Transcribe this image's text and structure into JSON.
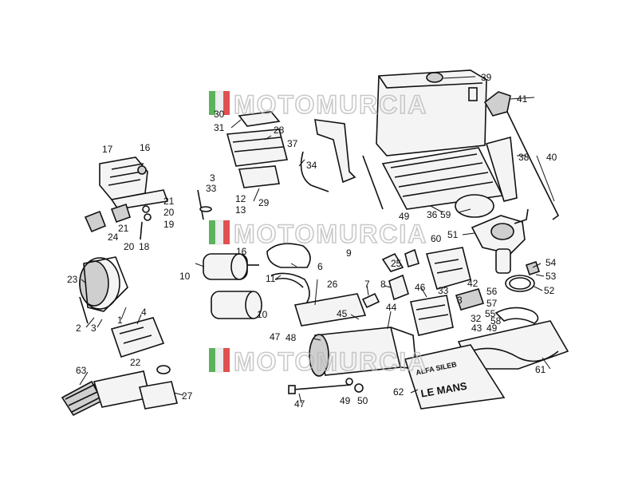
{
  "watermark": {
    "text": "MOTOMURCIA",
    "colors": {
      "green": "#5bb35b",
      "white": "#eeeeee",
      "red": "#e05050",
      "outline": "#b8b8b8"
    }
  },
  "part_labels": {
    "alfa_tag": "ALFA SILEB",
    "le_mans": "LE MANS"
  },
  "callouts": [
    {
      "id": "c39",
      "text": "39"
    },
    {
      "id": "c41",
      "text": "41"
    },
    {
      "id": "c30",
      "text": "30"
    },
    {
      "id": "c31",
      "text": "31"
    },
    {
      "id": "c28",
      "text": "28"
    },
    {
      "id": "c37",
      "text": "37"
    },
    {
      "id": "c34",
      "text": "34"
    },
    {
      "id": "c17",
      "text": "17"
    },
    {
      "id": "c16a",
      "text": "16"
    },
    {
      "id": "c3a",
      "text": "3"
    },
    {
      "id": "c33a",
      "text": "33"
    },
    {
      "id": "c12",
      "text": "12"
    },
    {
      "id": "c13",
      "text": "13"
    },
    {
      "id": "c29",
      "text": "29"
    },
    {
      "id": "c21a",
      "text": "21"
    },
    {
      "id": "c20a",
      "text": "20"
    },
    {
      "id": "c19",
      "text": "19"
    },
    {
      "id": "c24",
      "text": "24"
    },
    {
      "id": "c21b",
      "text": "21"
    },
    {
      "id": "c20b",
      "text": "20"
    },
    {
      "id": "c18",
      "text": "18"
    },
    {
      "id": "c38",
      "text": "38"
    },
    {
      "id": "c40",
      "text": "40"
    },
    {
      "id": "c36",
      "text": "36"
    },
    {
      "id": "c59",
      "text": "59"
    },
    {
      "id": "c49a",
      "text": "49"
    },
    {
      "id": "c51",
      "text": "51"
    },
    {
      "id": "c60",
      "text": "60"
    },
    {
      "id": "c16b",
      "text": "16"
    },
    {
      "id": "c9",
      "text": "9"
    },
    {
      "id": "c25",
      "text": "25"
    },
    {
      "id": "c54",
      "text": "54"
    },
    {
      "id": "c53",
      "text": "53"
    },
    {
      "id": "c52",
      "text": "52"
    },
    {
      "id": "c10a",
      "text": "10"
    },
    {
      "id": "c11",
      "text": "11"
    },
    {
      "id": "c6",
      "text": "6"
    },
    {
      "id": "c23",
      "text": "23"
    },
    {
      "id": "c26",
      "text": "26"
    },
    {
      "id": "c7",
      "text": "7"
    },
    {
      "id": "c8",
      "text": "8"
    },
    {
      "id": "c46",
      "text": "46"
    },
    {
      "id": "c33b",
      "text": "33"
    },
    {
      "id": "c42",
      "text": "42"
    },
    {
      "id": "c56",
      "text": "56"
    },
    {
      "id": "c57",
      "text": "57"
    },
    {
      "id": "c3b",
      "text": "3"
    },
    {
      "id": "c55",
      "text": "55"
    },
    {
      "id": "c32",
      "text": "32"
    },
    {
      "id": "c58",
      "text": "58"
    },
    {
      "id": "c43",
      "text": "43"
    },
    {
      "id": "c49b",
      "text": "49"
    },
    {
      "id": "c10b",
      "text": "10"
    },
    {
      "id": "c45",
      "text": "45"
    },
    {
      "id": "c44",
      "text": "44"
    },
    {
      "id": "c4",
      "text": "4"
    },
    {
      "id": "c2",
      "text": "2"
    },
    {
      "id": "c3c",
      "text": "3"
    },
    {
      "id": "c1",
      "text": "1"
    },
    {
      "id": "c47a",
      "text": "47"
    },
    {
      "id": "c48",
      "text": "48"
    },
    {
      "id": "c22",
      "text": "22"
    },
    {
      "id": "c63",
      "text": "63"
    },
    {
      "id": "c27",
      "text": "27"
    },
    {
      "id": "c61",
      "text": "61"
    },
    {
      "id": "c62",
      "text": "62"
    },
    {
      "id": "c49c",
      "text": "49"
    },
    {
      "id": "c50",
      "text": "50"
    },
    {
      "id": "c47b",
      "text": "47"
    }
  ]
}
